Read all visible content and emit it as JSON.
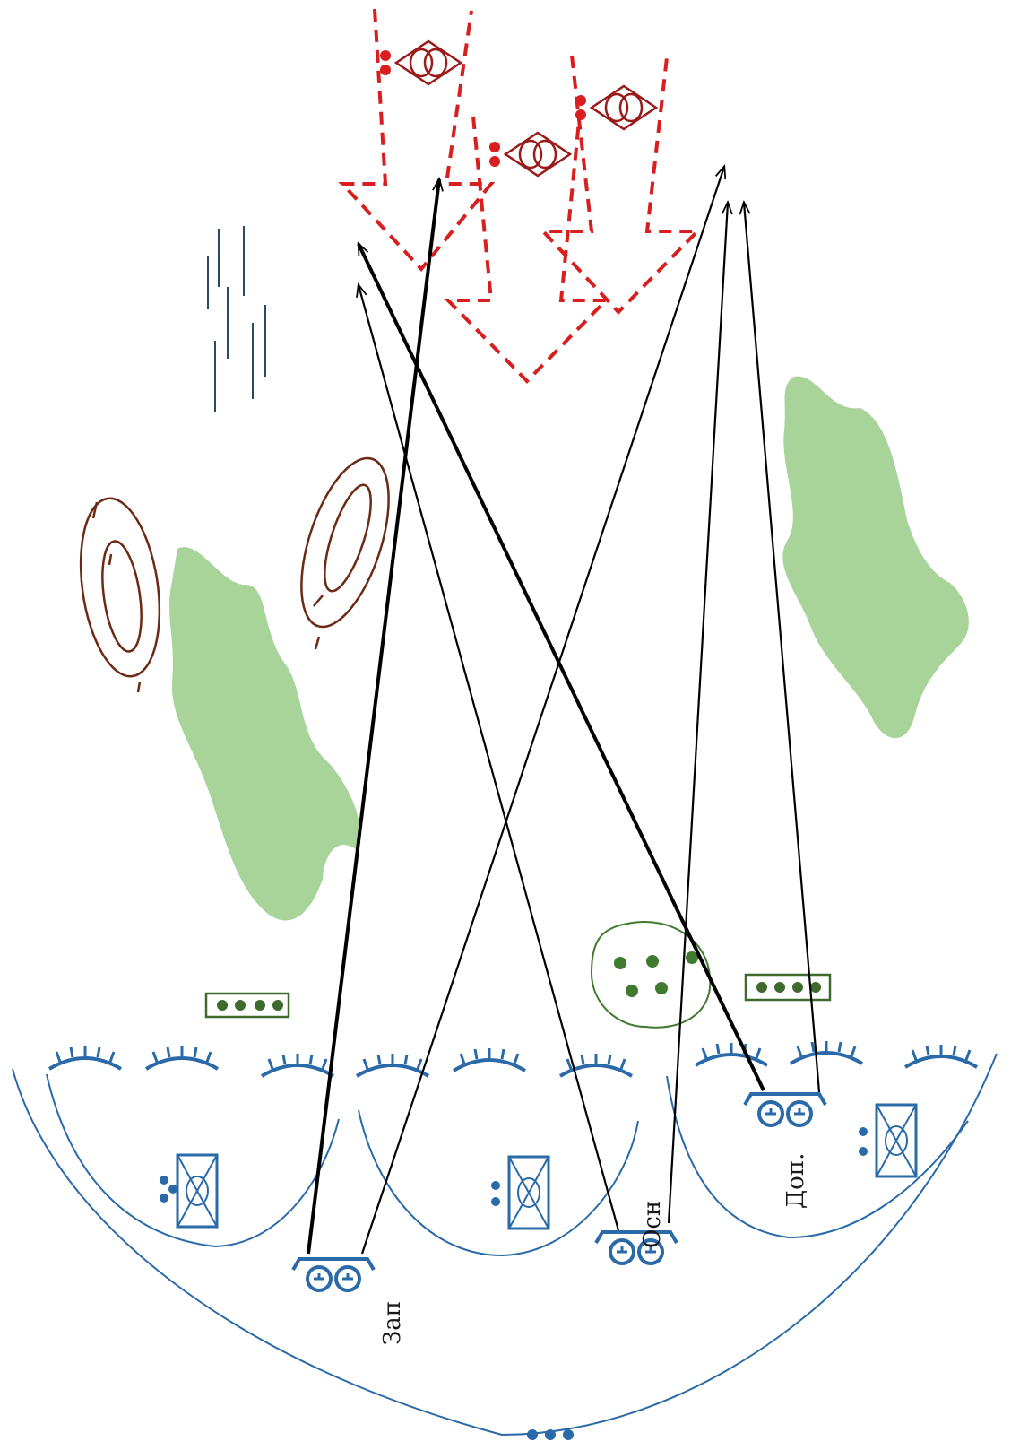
{
  "labels": {
    "reserve": "Зап",
    "main": "Осн",
    "additional": "Доп."
  },
  "colors": {
    "enemy": "#d81e1e",
    "enemy_symbol": "#9a1a1a",
    "friendly": "#2a6aa8",
    "vegetation": "#a8d49a",
    "vegetation_unit": "#3f7a2e",
    "rings": "#6b2a14",
    "arrows": "#000000",
    "background": "#ffffff"
  },
  "icons": {
    "enemy_unit": "diamond-target-icon",
    "friendly_unit": "crossed-box-icon",
    "firing_position": "double-circle-bracket-icon",
    "trench_line": "comb-arc-icon"
  }
}
